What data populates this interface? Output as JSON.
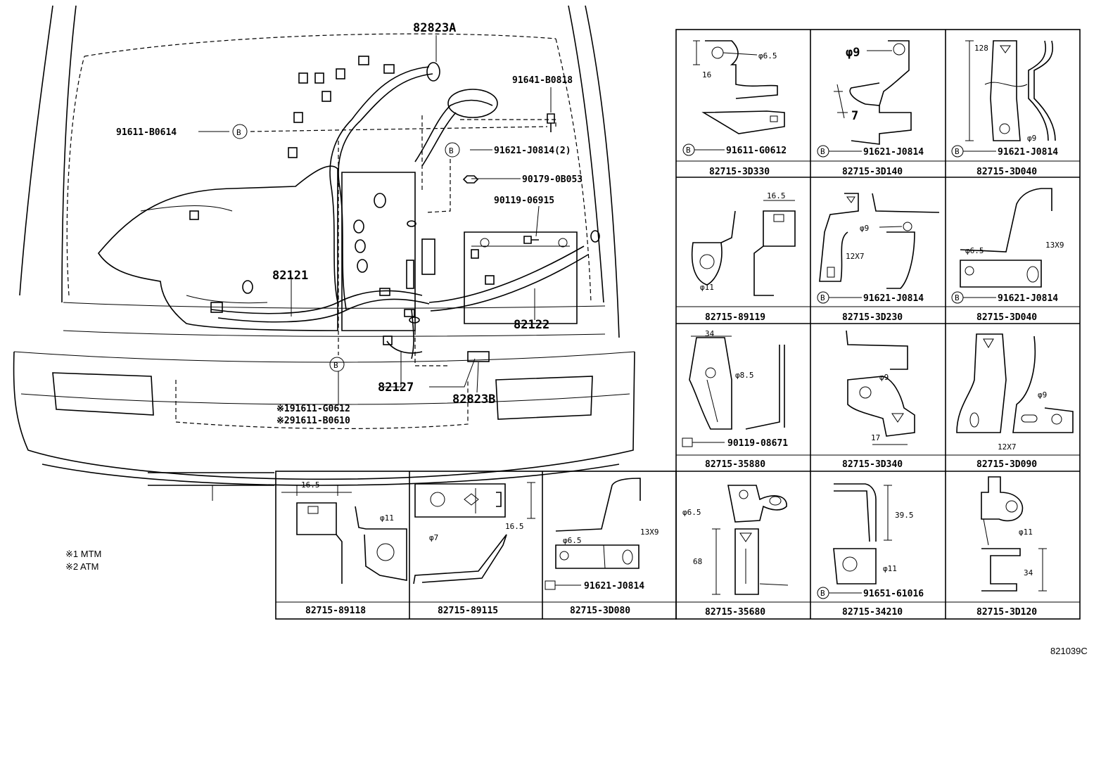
{
  "main": {
    "callouts": {
      "c_82823a": "82823A",
      "c_91641": "91641-B0818",
      "c_91611_b0614": "91611-B0614",
      "c_91621_j0814_2": "91621-J0814(2)",
      "c_90179": "90179-0B053",
      "c_90119_06915": "90119-06915",
      "c_82121": "82121",
      "c_82122": "82122",
      "c_82127": "82127",
      "c_82823b": "82823B",
      "c_91611_g0612": "※191611-G0612",
      "c_91611_b0610": "※291611-B0610"
    },
    "b_marker": "B"
  },
  "legend": {
    "mtm": "※1 MTM",
    "atm": "※2 ATM"
  },
  "figure_id": "821039C",
  "cells": {
    "c1": {
      "part": "82715-3D330",
      "fastener": "91611-G0612",
      "dims": [
        "φ6.5",
        "16"
      ]
    },
    "c2": {
      "part": "82715-3D140",
      "fastener": "91621-J0814",
      "dims": [
        "φ9",
        "7"
      ]
    },
    "c3": {
      "part": "82715-3D040",
      "fastener": "91621-J0814",
      "dims": [
        "128",
        "φ9"
      ]
    },
    "c4": {
      "part": "82715-89119",
      "dims": [
        "16.5",
        "φ11"
      ]
    },
    "c5": {
      "part": "82715-3D230",
      "fastener": "91621-J0814",
      "dims": [
        "φ9",
        "12X7"
      ]
    },
    "c6": {
      "part": "82715-3D040",
      "fastener": "91621-J0814",
      "dims": [
        "φ6.5",
        "13X9"
      ]
    },
    "c7": {
      "part": "82715-35880",
      "fastener": "90119-08671",
      "dims": [
        "34",
        "φ8.5"
      ]
    },
    "c8": {
      "part": "82715-3D340",
      "dims": [
        "φ9",
        "17"
      ]
    },
    "c9": {
      "part": "82715-3D090",
      "dims": [
        "φ9",
        "12X7"
      ]
    },
    "c10": {
      "part": "82715-35680",
      "dims": [
        "φ6.5",
        "68"
      ]
    },
    "c11": {
      "part": "82715-34210",
      "fastener": "91651-61016",
      "dims": [
        "39.5",
        "φ11"
      ]
    },
    "c12": {
      "part": "82715-3D120",
      "dims": [
        "φ11",
        "34"
      ]
    },
    "c13": {
      "part": "82715-89118",
      "dims": [
        "16.5",
        "φ11"
      ]
    },
    "c14": {
      "part": "82715-89115",
      "dims": [
        "φ7",
        "16.5"
      ]
    },
    "c15": {
      "part": "82715-3D080",
      "fastener": "91621-J0814",
      "dims": [
        "φ6.5",
        "13X9"
      ]
    }
  }
}
